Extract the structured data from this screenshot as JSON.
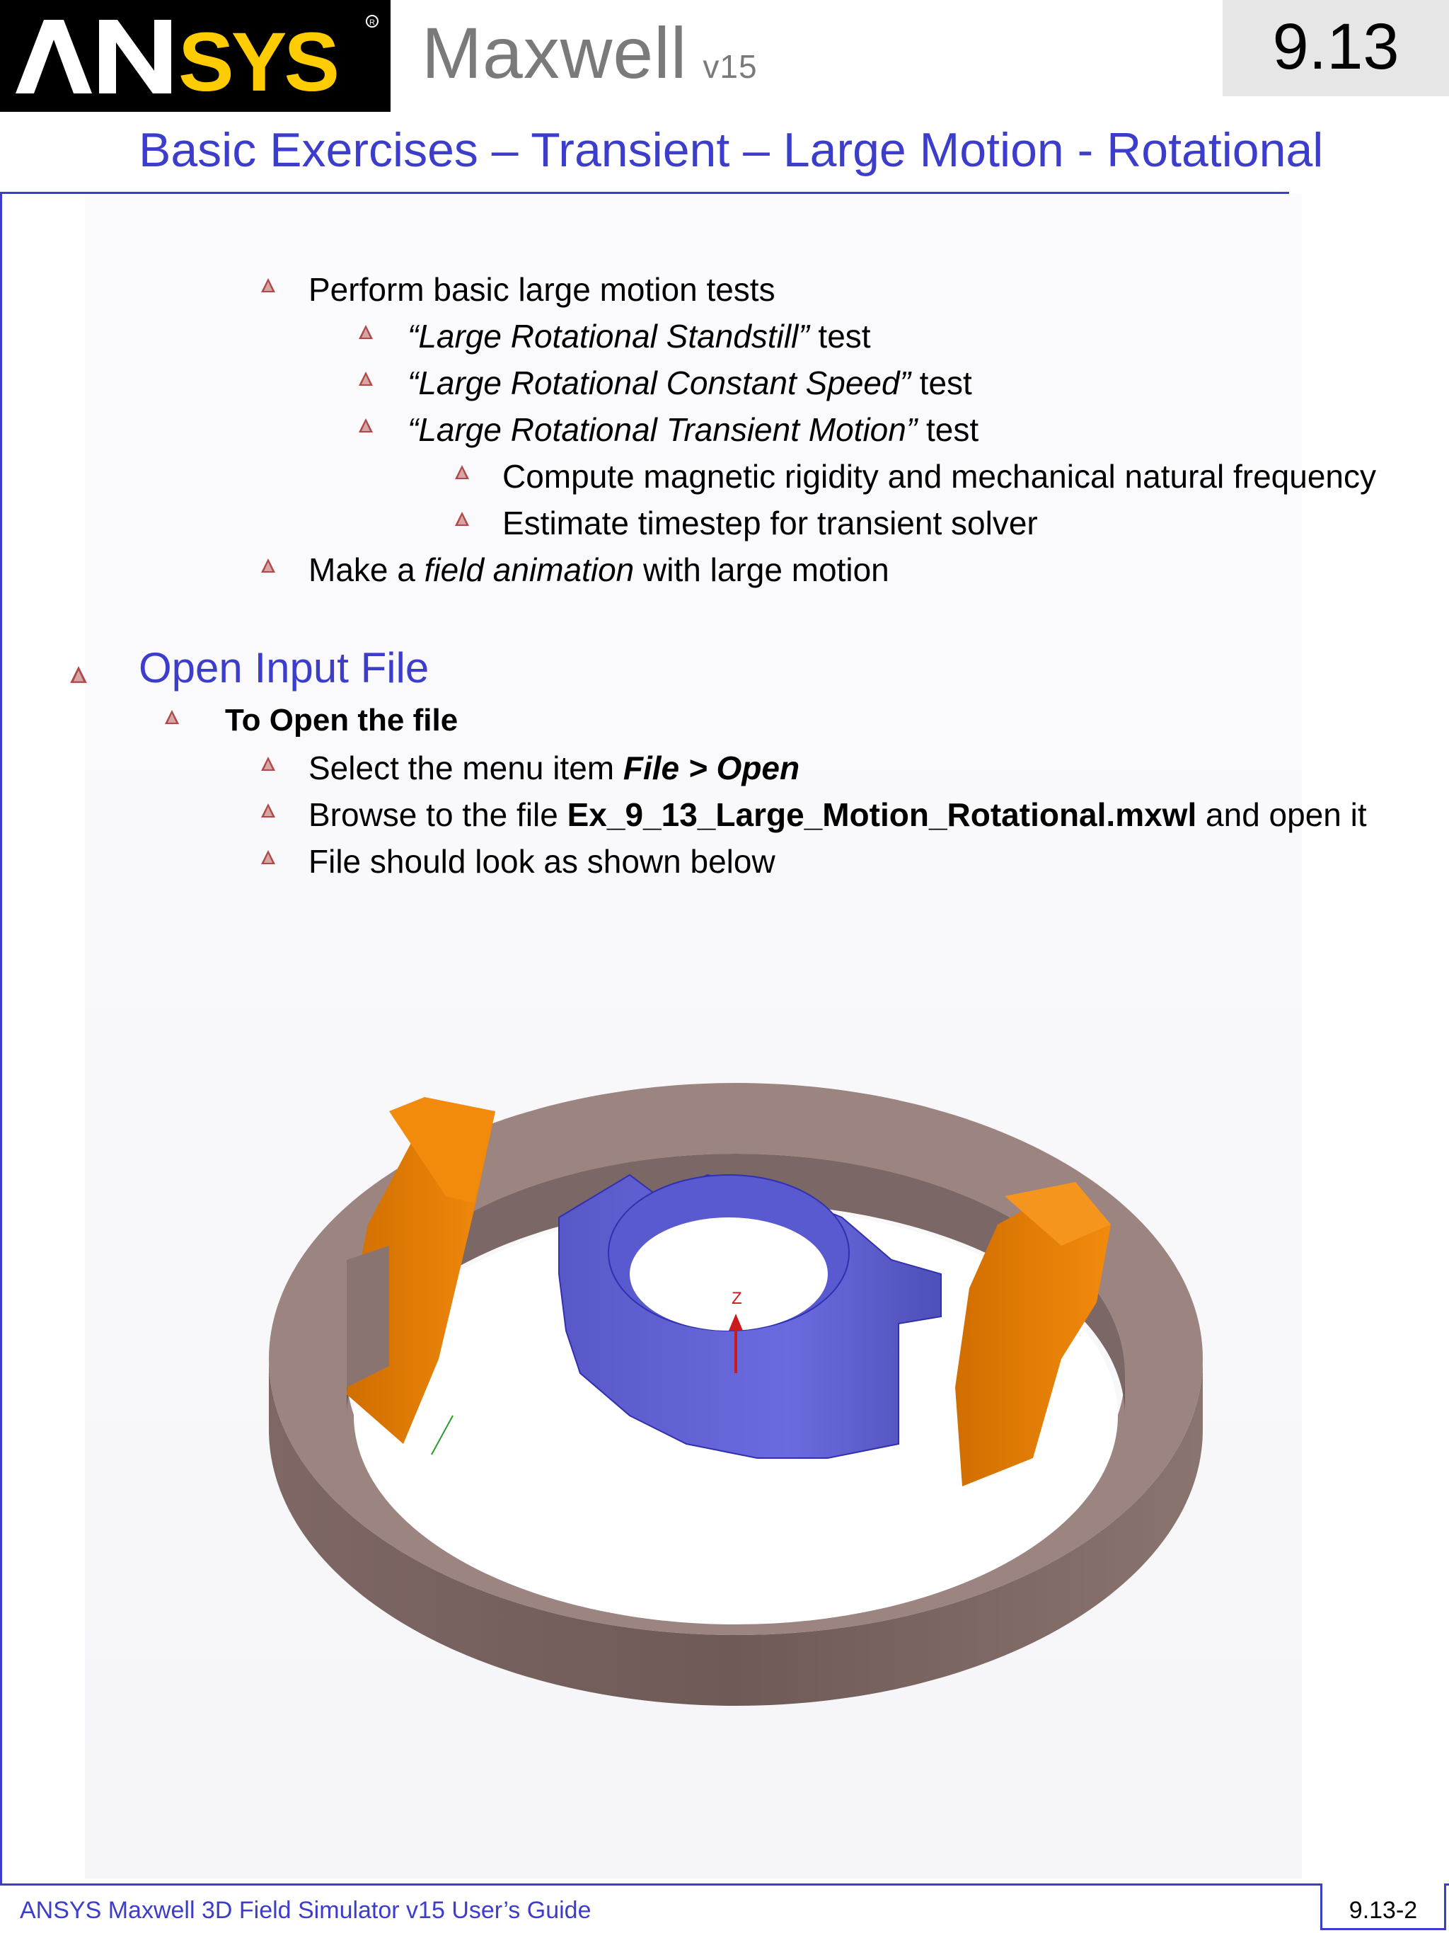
{
  "header": {
    "logo_text": "ANSYS",
    "product": "Maxwell",
    "version": "v15",
    "section_number": "9.13",
    "title": "Basic Exercises – Transient – Large Motion - Rotational"
  },
  "overview": {
    "item1": "Perform basic large motion tests",
    "test1_name": "“Large Rotational Standstill”",
    "test1_suffix": " test",
    "test2_name": "“Large Rotational Constant Speed”",
    "test2_suffix": " test",
    "test3_name": "“Large Rotational Transient Motion”",
    "test3_suffix": " test",
    "test3_step1": "Compute magnetic rigidity and mechanical natural frequency",
    "test3_step2": "Estimate timestep for transient solver",
    "item2_prefix": "Make a ",
    "item2_italic": "field animation",
    "item2_suffix": " with large motion"
  },
  "open_file": {
    "heading": "Open Input File",
    "subheading": "To Open the file",
    "step1_prefix": "Select the menu item ",
    "step1_menu": "File > Open",
    "step2_prefix": "Browse to the file ",
    "step2_file": "Ex_9_13_Large_Motion_Rotational.mxwl",
    "step2_suffix": " and open it",
    "step3": "File should look as shown below"
  },
  "figure": {
    "axis_label": "Z",
    "colors": {
      "stator": "#9a8580",
      "rotor": "#6a6ae0",
      "coil": "#f08a10",
      "axis": "#cc1a1a"
    }
  },
  "footer": {
    "guide": "ANSYS Maxwell 3D Field Simulator v15 User’s Guide",
    "page": "9.13-2"
  }
}
